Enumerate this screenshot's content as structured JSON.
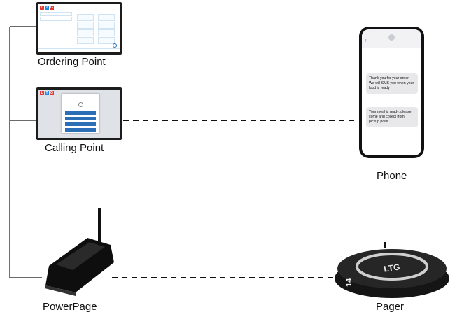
{
  "labels": {
    "ordering_point": "Ordering Point",
    "calling_point": "Calling Point",
    "phone": "Phone",
    "powerpage": "PowerPage",
    "pager": "Pager"
  },
  "logo_letters": [
    "L",
    "T",
    "G"
  ],
  "logo_colors": [
    "#e53935",
    "#1e88e5",
    "#e53935"
  ],
  "phone_messages": {
    "message_1": "Thank you for your order. We will SMS you when your food is ready",
    "message_2": "Your meal is ready, please come and collect from pickup point"
  },
  "pager_number": "14",
  "device_brand": "LTG",
  "colors": {
    "line": "#111111",
    "tablet_bezel": "#1c1c1c",
    "accent_blue": "#2c6fb6"
  }
}
